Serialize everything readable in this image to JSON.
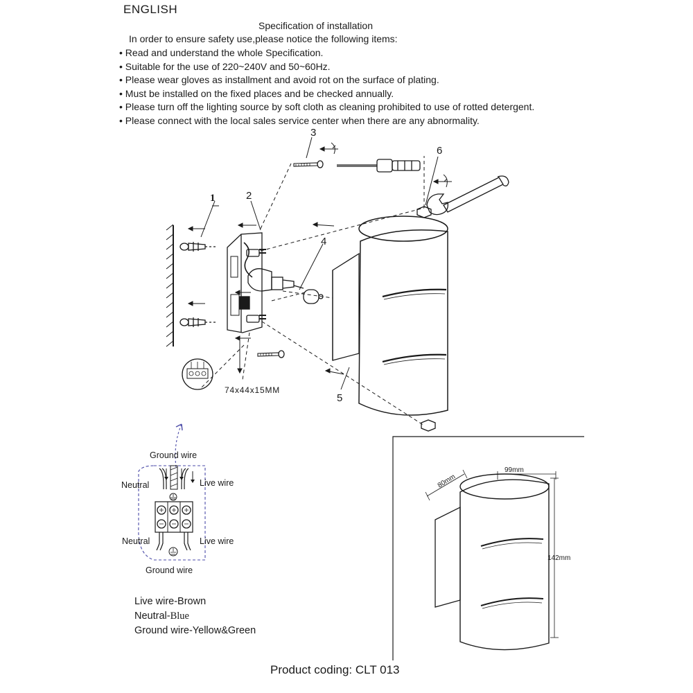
{
  "header": {
    "language": "ENGLISH",
    "title": "Specification of installation",
    "intro": "In order to ensure safety use,please notice the following items:"
  },
  "rules": [
    "Read and understand the whole Specification.",
    "Suitable for the use of 220~240V and 50~60Hz.",
    "Please wear gloves as installment and avoid rot on the surface of plating.",
    "Must be installed on the fixed places and be checked annually.",
    "Please turn off the lighting source by soft cloth as cleaning prohibited to use of rotted detergent.",
    "Please connect with the local sales service center when there are any abnormality."
  ],
  "parts": [
    "1",
    "2",
    "3",
    "4",
    "5",
    "6"
  ],
  "bracket_size": "74x44x15MM",
  "wiring": {
    "ground_top": "Ground wire",
    "neutral_top": "Neutral",
    "live_top": "Live wire",
    "neutral_bottom": "Neutral",
    "live_bottom": "Live wire",
    "ground_bottom": "Ground wire"
  },
  "dimensions": {
    "depth": "80mm",
    "width": "99mm",
    "height": "142mm"
  },
  "legend": {
    "live": "Live wire-Brown",
    "neutral_prefix": "Neutral-",
    "neutral_color": "Blue",
    "ground": "Ground wire-Yellow&Green"
  },
  "product_code": "Product coding: CLT 013",
  "colors": {
    "ink": "#1a1a1a",
    "wiring_outline": "#4b4ba8"
  }
}
